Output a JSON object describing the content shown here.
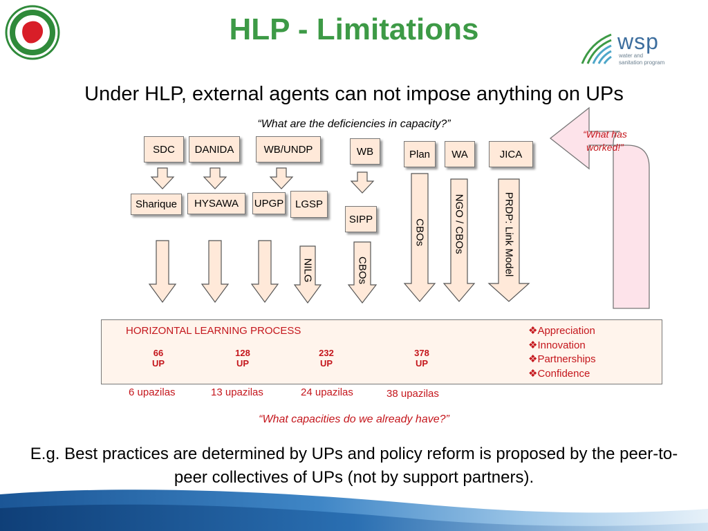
{
  "title": "HLP - Limitations",
  "subtitle": "Under HLP, external agents can not impose anything on UPs",
  "question_top": "“What are the deficiencies in capacity?”",
  "question_bottom": "“What capacities do we already have?”",
  "what_worked": "“What has worked!”",
  "partners": {
    "sdc": "SDC",
    "danida": "DANIDA",
    "wb_undp": "WB/UNDP",
    "wb": "WB",
    "plan": "Plan",
    "wa": "WA",
    "jica": "JICA"
  },
  "programs": {
    "sharique": "Sharique",
    "hysawa": "HYSAWA",
    "upgp": "UPGP",
    "lgsp": "LGSP",
    "sipp": "SIPP"
  },
  "arrow_labels": {
    "nilg": "NILG",
    "cbos_wb": "CBOs",
    "cbos_plan": "CBOs",
    "ngo_cbos": "NGO / CBOs",
    "prdp": "PRDP: Link Model"
  },
  "hlp": {
    "title": "HORIZONTAL LEARNING PROCESS",
    "benefits": [
      "❖Appreciation",
      "❖Innovation",
      "❖Partnerships",
      "❖Confidence"
    ],
    "stages": [
      {
        "count": "66",
        "unit": "UP",
        "upazilas": "6 upazilas"
      },
      {
        "count": "128",
        "unit": "UP",
        "upazilas": "13 upazilas"
      },
      {
        "count": "232",
        "unit": "UP",
        "upazilas": "24 upazilas"
      },
      {
        "count": "378",
        "unit": "UP",
        "upazilas": "38 upazilas"
      }
    ]
  },
  "footer": "E.g. Best practices are determined by UPs and policy reform is proposed by the peer-to-peer collectives of UPs (not by support partners).",
  "logo": {
    "wsp_word": "wsp",
    "wsp_sub_1": "water and",
    "wsp_sub_2": "sanitation program",
    "seal_icon": "bangladesh-government-seal-icon"
  },
  "colors": {
    "title_green": "#3d9a46",
    "accent_red": "#c4161c",
    "box_fill": "#ffe9d9",
    "big_arrow_fill": "#fde3ea",
    "wave_blue": "#1f5fa0"
  }
}
